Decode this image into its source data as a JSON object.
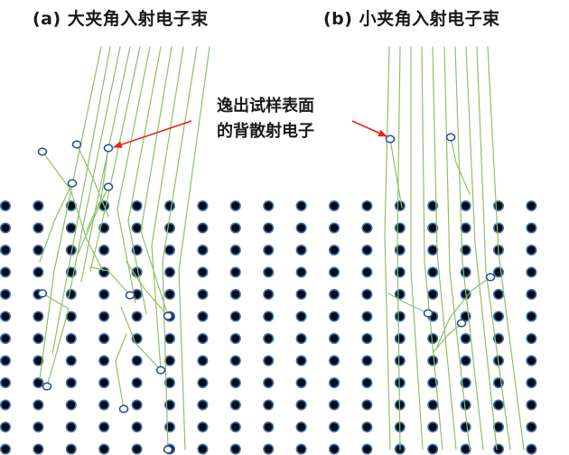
{
  "panels": {
    "a": {
      "label": "(a)  大夹角入射电子束"
    },
    "b": {
      "label": "(b)  小夹角入射电子束"
    }
  },
  "annotation": {
    "line1": "逸出试样表面",
    "line2": "的背散射电子"
  },
  "colors": {
    "atom": "#0a0a14",
    "atom_ring": "#3f6fb0",
    "electron_track": "#8cc266",
    "escaped_electron": "#2f5496",
    "arrow": "#e8211d"
  },
  "icons": {
    "atom": "filled-circle-blue-ring",
    "escaped_electron": "hollow-circle"
  }
}
